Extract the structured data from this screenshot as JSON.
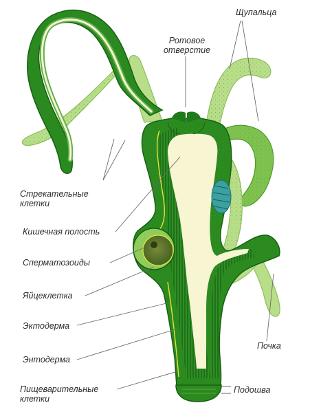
{
  "labels": {
    "tentacles": "Щупальца",
    "mouth_line1": "Ротовое",
    "mouth_line2": "отверстие",
    "stinging_line1": "Стрекательные",
    "stinging_line2": "клетки",
    "gut_cavity": "Кишечная полость",
    "sperm": "Сперматозоиды",
    "egg": "Яйцеклетка",
    "ectoderm": "Эктодерма",
    "endoderm": "Энтодерма",
    "digestive_line1": "Пищеварительные",
    "digestive_line2": "клетки",
    "bud": "Почка",
    "sole": "Подошва"
  },
  "colors": {
    "dark_green": "#1f7a1a",
    "mid_green": "#3c9a2c",
    "light_green": "#a6d47a",
    "pale_green": "#c6e79d",
    "cavity": "#f7f5d2",
    "mesoglea": "#e8e23a",
    "leader": "#6b6b6b"
  }
}
